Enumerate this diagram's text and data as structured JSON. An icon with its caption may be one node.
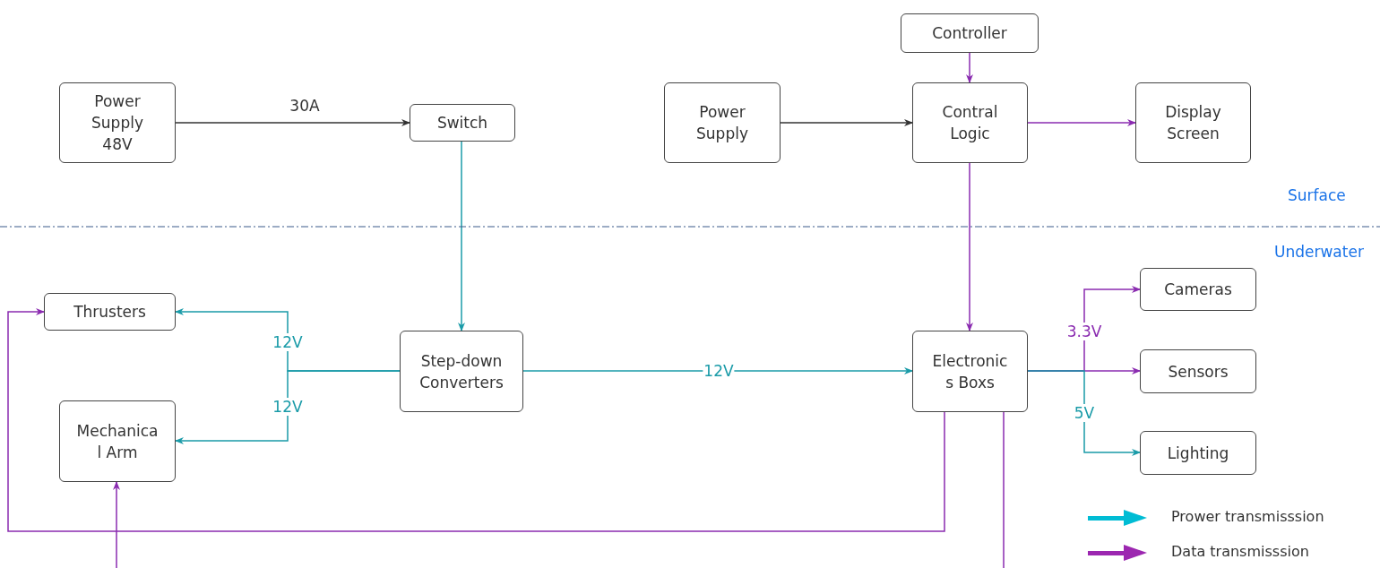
{
  "diagram": {
    "nodes": [
      {
        "text": [
          "Power Supply 48V"
        ]
      },
      {
        "text": [
          "Switch"
        ]
      },
      {
        "text": [
          "Controller"
        ]
      },
      {
        "text": [
          "Power Supply"
        ]
      },
      {
        "text": [
          "Contral Logic"
        ]
      },
      {
        "text": [
          "Display Screen"
        ]
      },
      {
        "text": [
          "Thrusters"
        ]
      },
      {
        "text": [
          "Step-down Converters"
        ]
      },
      {
        "text": [
          "Electronic s Boxs"
        ]
      },
      {
        "text": [
          "Cameras"
        ]
      },
      {
        "text": [
          "Mechanica l Arm"
        ]
      },
      {
        "text": [
          "Sensors"
        ]
      },
      {
        "text": [
          "Lighting"
        ]
      }
    ],
    "edges": [
      {
        "from": 0,
        "to": 1,
        "arrow": "to",
        "label": "30A",
        "color": "#333333"
      },
      {
        "from": 1,
        "to": 7,
        "arrow": "to",
        "color": "#1a9ba8"
      },
      {
        "from": 3,
        "to": 4,
        "arrow": "to",
        "color": "#333333"
      },
      {
        "from": 2,
        "to": 4,
        "arrow": "to"
      },
      {
        "from": 4,
        "to": 5,
        "arrow": "to"
      },
      {
        "from": 4,
        "to": 8,
        "arrow": "to"
      },
      {
        "from": 7,
        "to": 8,
        "arrow": "to",
        "label": "12V",
        "color": "#1a9ba8"
      },
      {
        "from": 7,
        "to": 6,
        "arrow": "to",
        "label": "12V",
        "color": "#1a9ba8"
      },
      {
        "from": 7,
        "to": 10,
        "arrow": "to",
        "label": "12V",
        "color": "#1a9ba8"
      },
      {
        "from": 8,
        "to": 9,
        "arrow": "to",
        "label": "3.3V"
      },
      {
        "from": 8,
        "to": 11,
        "arrow": "to"
      },
      {
        "from": 8,
        "to": 12,
        "arrow": "to",
        "label": "5V",
        "color": "#1a9ba8"
      },
      {
        "from": 8,
        "to": 6,
        "arrow": "to"
      },
      {
        "from": null,
        "to": 10,
        "arrow": "to"
      },
      {
        "from": 8,
        "to": null,
        "arrow": "none"
      }
    ],
    "labels": [
      "Surface",
      "Underwater"
    ],
    "legend": [
      {
        "text": "Prower transmisssion",
        "color": "#00bcd4"
      },
      {
        "text": "Data transmisssion",
        "color": "#9c27b0"
      }
    ]
  }
}
